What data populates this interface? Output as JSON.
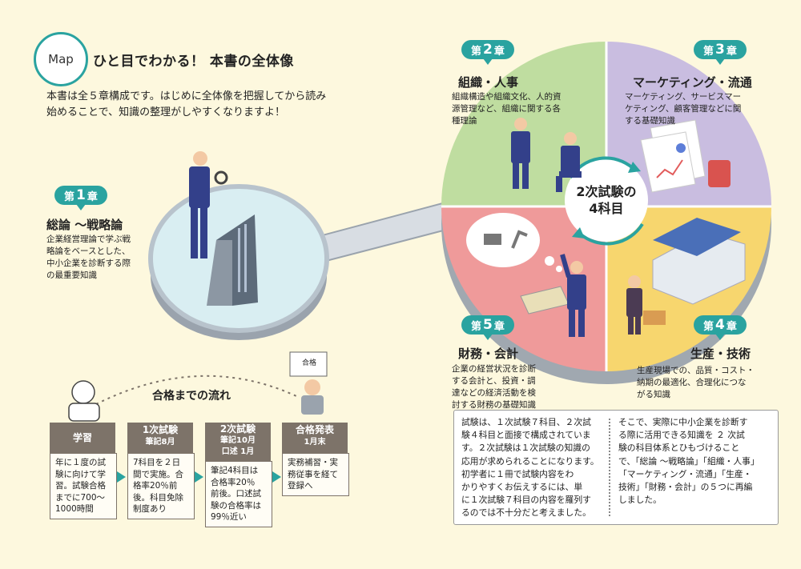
{
  "header": {
    "map_label": "Map",
    "title": "ひと目でわかる！ 本書の全体像",
    "intro_lines": [
      "本書は全５章構成です。はじめに全体像を把握してから読み",
      "始めることで、知識の整理がしやすくなりますよ！"
    ]
  },
  "chapters": {
    "ch1": {
      "prefix": "第",
      "num": "1",
      "suffix": "章",
      "title": "総論 ～戦略論",
      "desc_lines": [
        "企業経営理論で学ぶ戦",
        "略論をベースとした、",
        "中小企業を診断する際",
        "の最重要知識"
      ]
    },
    "ch2": {
      "prefix": "第",
      "num": "2",
      "suffix": "章",
      "title": "組織・人事",
      "desc_lines": [
        "組織構造や組織文化、人的資",
        "源管理など、組織に関する各",
        "種理論"
      ]
    },
    "ch3": {
      "prefix": "第",
      "num": "3",
      "suffix": "章",
      "title": "マーケティング・流通",
      "desc_lines": [
        "マーケティング、サービスマー",
        "ケティング、顧客管理などに関",
        "する基礎知識"
      ]
    },
    "ch4": {
      "prefix": "第",
      "num": "4",
      "suffix": "章",
      "title": "生産・技術",
      "desc_lines": [
        "生産現場での、品質・コスト・",
        "納期の最適化、合理化につな",
        "がる知識"
      ]
    },
    "ch5": {
      "prefix": "第",
      "num": "5",
      "suffix": "章",
      "title": "財務・会計",
      "desc_lines": [
        "企業の経営状況を診断",
        "する会計と、投資・調",
        "達などの経済活動を検",
        "討する財務の基礎知識"
      ]
    }
  },
  "center": {
    "lines": [
      "2次試験の",
      "4科目"
    ]
  },
  "colors": {
    "accent": "#2aa3a0",
    "quad_green": "#bfdda0",
    "quad_purple": "#c9bde0",
    "quad_pink": "#ef9a9a",
    "quad_yellow": "#f7d66e",
    "step_head": "#7d7369"
  },
  "flow": {
    "label": "合格までの流れ",
    "diploma_text": "合格",
    "steps": [
      {
        "title_lines": [
          "学習"
        ],
        "body_lines": [
          "年に１度の試",
          "験に向けて学",
          "習。試験合格",
          "までに700～",
          "1000時間"
        ]
      },
      {
        "title_lines": [
          "1次試験",
          "筆記8月"
        ],
        "body_lines": [
          "7科目を２日",
          "間で実施。合",
          "格率20％前",
          "後。科目免除",
          "制度あり"
        ]
      },
      {
        "title_lines": [
          "2次試験",
          "筆記10月",
          "口述 1月"
        ],
        "body_lines": [
          "筆記4科目は",
          "合格率20％",
          "前後。口述試",
          "験の合格率は",
          "99％近い"
        ]
      },
      {
        "title_lines": [
          "合格発表",
          "1月末"
        ],
        "body_lines": [
          "実務補習・実",
          "務従事を経て",
          "登録へ"
        ]
      }
    ]
  },
  "note": {
    "left_lines": [
      "試験は、１次試験７科目、２次試",
      "験４科目と面接で構成されていま",
      "す。２次試験は１次試験の知識の",
      "応用が求められることになります。",
      "初学者に１冊で試験内容をわ",
      "かりやすくお伝えするには、単",
      "に１次試験７科目の内容を羅列す",
      "るのでは不十分だと考えました。"
    ],
    "right_lines": [
      "そこで、実際に中小企業を診断す",
      "る際に活用できる知識を ２ 次試",
      "験の科目体系とひもづけること",
      "で、「総論 ～戦略論」「組織・人事」",
      "「マーケティング・流通」「生産・",
      "技術」「財務・会計」の５つに再編",
      "しました。"
    ]
  }
}
